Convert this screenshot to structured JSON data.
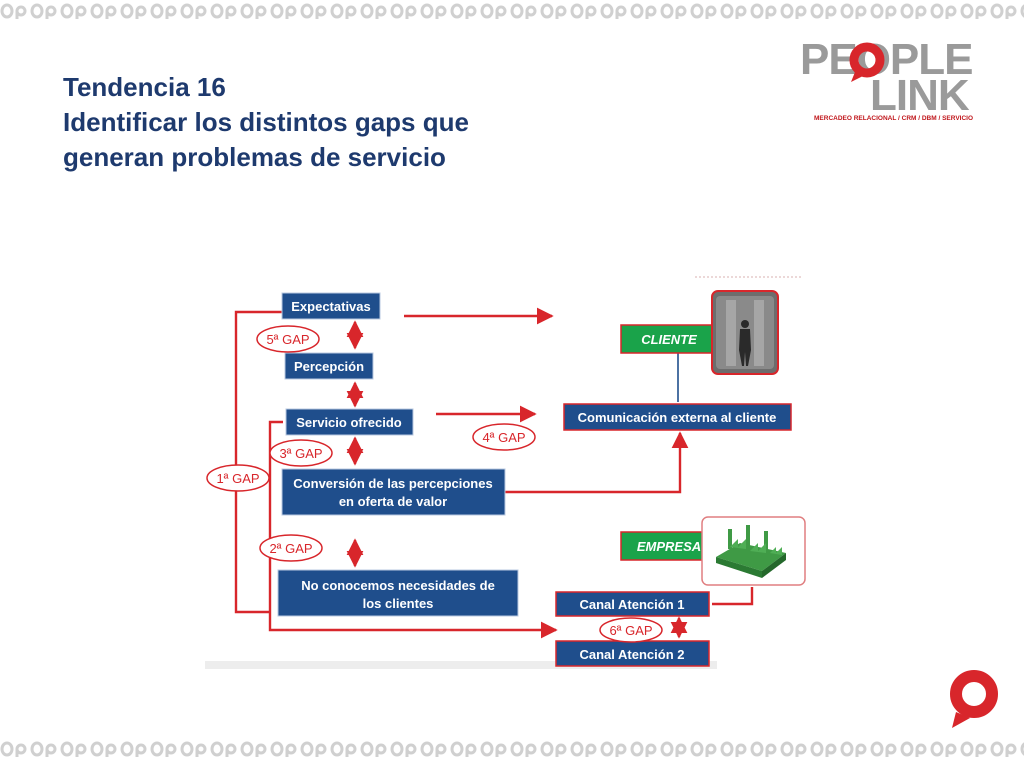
{
  "slide": {
    "title_lines": [
      "Tendencia 16",
      "Identificar los distintos gaps que",
      "generan problemas de servicio"
    ]
  },
  "logo": {
    "word1": "PEOPLE",
    "word2": "LINK",
    "tagline": "MERCADEO RELACIONAL / CRM / DBM / SERVICIO"
  },
  "diagram": {
    "boxes": {
      "expectativas": "Expectativas",
      "percepcion": "Percepción",
      "servicio_ofrecido": "Servicio ofrecido",
      "conversion_line1": "Conversión de las percepciones",
      "conversion_line2": "en  oferta de valor",
      "no_conocemos_line1": "No conocemos necesidades de",
      "no_conocemos_line2": "los clientes",
      "comunicacion": "Comunicación externa al cliente",
      "canal1": "Canal Atención 1",
      "canal2": "Canal Atención 2"
    },
    "labels": {
      "cliente": "CLIENTE",
      "empresa": "EMPRESA"
    },
    "gaps": {
      "gap1": "1ª GAP",
      "gap2": "2ª GAP",
      "gap3": "3ª GAP",
      "gap4": "4ª GAP",
      "gap5": "5ª GAP",
      "gap6": "6ª GAP"
    }
  },
  "colors": {
    "title": "#1e3a6e",
    "box": "#1f4e8c",
    "accent_red": "#d8262b",
    "label_green": "#1aa34a",
    "logo_gray": "#9a9a9a"
  },
  "icons": {
    "decor_pattern": "o-p-chain-pattern",
    "brand_mark": "red-o-mark"
  }
}
